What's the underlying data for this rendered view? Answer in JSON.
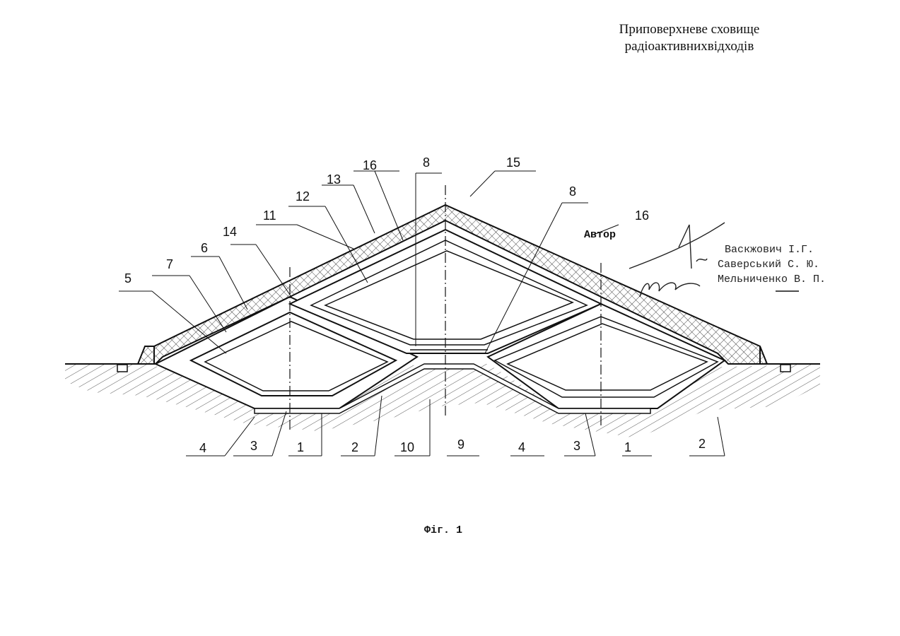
{
  "title": {
    "line1": "Приповерхневе сховище",
    "line2": "радіоактивнихвідходів"
  },
  "labels": {
    "l16a": "16",
    "l8a": "8",
    "l15": "15",
    "l13": "13",
    "l12": "12",
    "l11": "11",
    "l14": "14",
    "l6": "6",
    "l7": "7",
    "l5": "5",
    "l8b": "8",
    "l16b": "16",
    "b4a": "4",
    "b3a": "3",
    "b1a": "1",
    "b2a": "2",
    "b10": "10",
    "b9": "9",
    "b4b": "4",
    "b3b": "3",
    "b1b": "1",
    "b2b": "2"
  },
  "authors": {
    "heading": "Автор",
    "names": [
      "Васкжович І.Г.",
      "Саверський С. Ю.",
      "Мельниченко В. П."
    ]
  },
  "caption": "Фіг. 1"
}
